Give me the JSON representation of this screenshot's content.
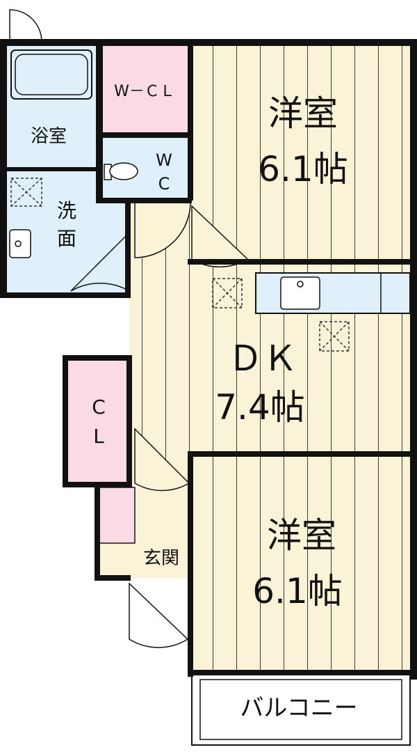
{
  "rooms": {
    "bedroom_upper": {
      "name": "洋室",
      "size": "6.1帖"
    },
    "dk": {
      "name": "ＤＫ",
      "size": "7.4帖"
    },
    "bedroom_lower": {
      "name": "洋室",
      "size": "6.1帖"
    },
    "bath": {
      "name": "浴室"
    },
    "wcl": {
      "name": "W－ＣＬ"
    },
    "wc": {
      "line1": "W",
      "line2": "C"
    },
    "washroom": {
      "line1": "洗",
      "line2": "面"
    },
    "cl": {
      "line1": "C",
      "line2": "L"
    },
    "entrance": {
      "name": "玄関"
    },
    "balcony": {
      "name": "バルコニー"
    }
  },
  "colors": {
    "wood_floor": "#fbf3d8",
    "wet_area": "#dff0fb",
    "closet": "#fadbe5",
    "wall": "#111111"
  }
}
